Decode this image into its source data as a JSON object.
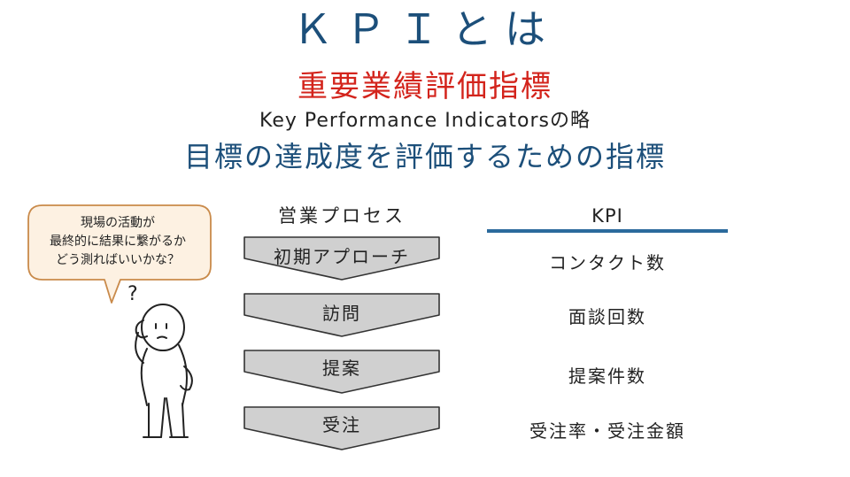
{
  "header": {
    "title": "ＫＰＩとは",
    "subtitle": "重要業績評価指標",
    "english": "Key Performance Indicatorsの略",
    "definition": "目標の達成度を評価するための指標"
  },
  "process": {
    "header": "営業プロセス",
    "steps": [
      {
        "label": "初期アプローチ"
      },
      {
        "label": "訪問"
      },
      {
        "label": "提案"
      },
      {
        "label": "受注"
      }
    ]
  },
  "kpi": {
    "header": "KPI",
    "items": [
      {
        "label": "コンタクト数"
      },
      {
        "label": "面談回数"
      },
      {
        "label": "提案件数"
      },
      {
        "label": "受注率・受注金額"
      }
    ]
  },
  "speech_bubble": {
    "lines": [
      "現場の活動が",
      "最終的に結果に繋がるか",
      "どう測ればいいかな？"
    ]
  },
  "person": {
    "question_mark": "?"
  },
  "colors": {
    "title_blue": "#1c4f7a",
    "accent_red": "#d3241c",
    "kpi_line_blue": "#2b6a9c",
    "chevron_fill": "#d0d0d0",
    "bubble_fill": "#fdf1e2",
    "bubble_stroke": "#c98a4a"
  }
}
